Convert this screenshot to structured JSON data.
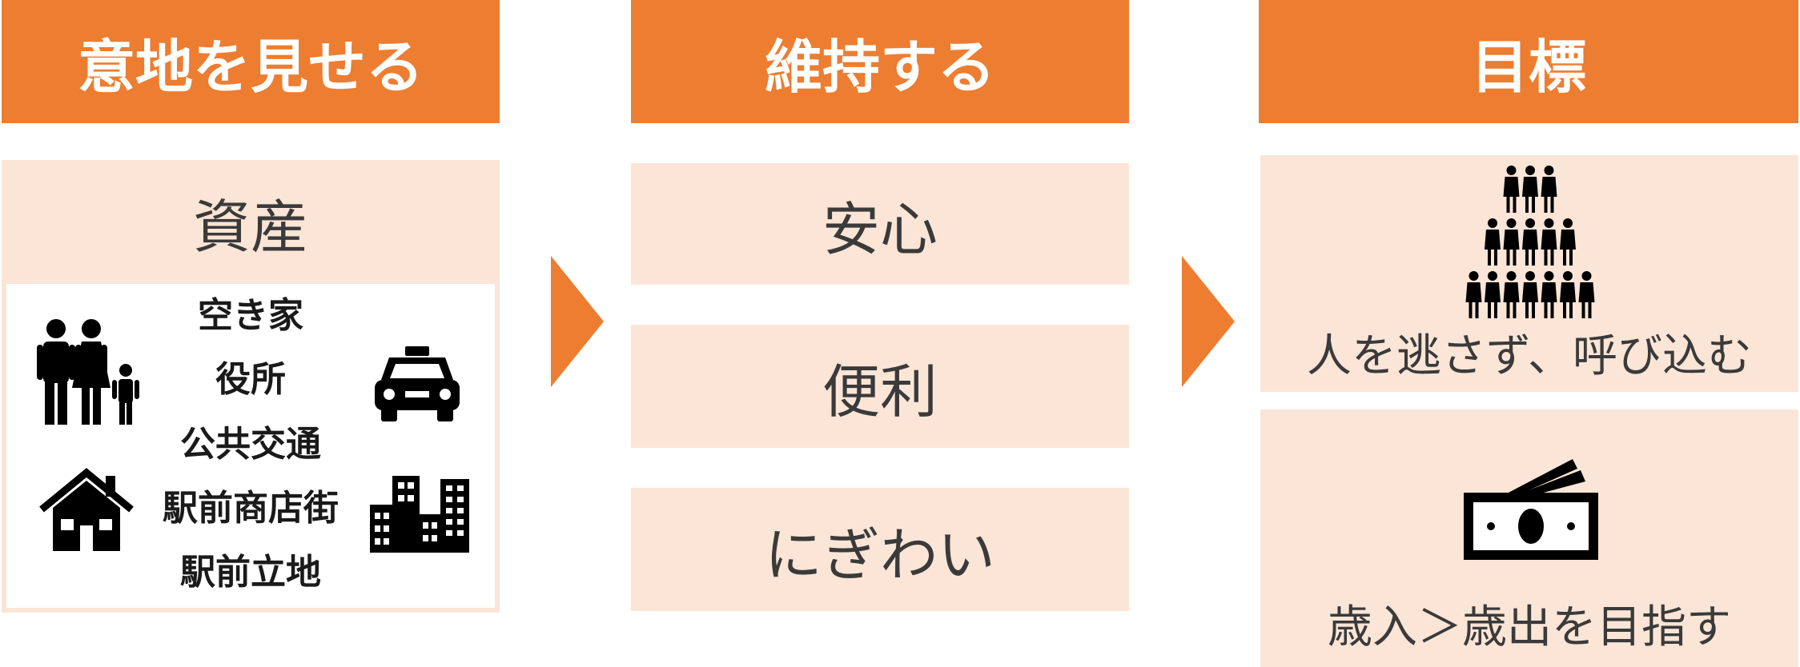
{
  "columns": [
    {
      "header": "意地を見せる",
      "section_title": "資産",
      "items": [
        "空き家",
        "役所",
        "公共交通",
        "駅前商店街",
        "駅前立地"
      ]
    },
    {
      "header": "維持する",
      "boxes": [
        "安心",
        "便利",
        "にぎわい"
      ]
    },
    {
      "header": "目標",
      "boxes": [
        "人を逃さず、呼び込む",
        "歳入＞歳出を目指す"
      ]
    }
  ],
  "colors": {
    "accent": "#ED7D31",
    "box_fill": "#FBE5D6",
    "icon": "#000000"
  },
  "icons": [
    "family-icon",
    "taxi-icon",
    "house-icon",
    "buildings-icon",
    "population-pyramid-icon",
    "money-icon"
  ]
}
